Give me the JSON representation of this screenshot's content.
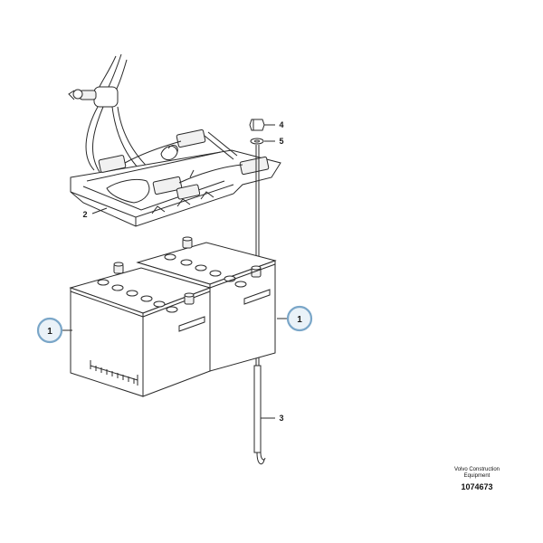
{
  "callouts": [
    {
      "id": "1-left",
      "label": "1",
      "highlighted": true
    },
    {
      "id": "1-right",
      "label": "1",
      "highlighted": true
    },
    {
      "id": "2",
      "label": "2",
      "highlighted": false
    },
    {
      "id": "3",
      "label": "3",
      "highlighted": false
    },
    {
      "id": "4",
      "label": "4",
      "highlighted": false
    },
    {
      "id": "5",
      "label": "5",
      "highlighted": false
    }
  ],
  "stamp": {
    "brand_line1": "Volvo Construction",
    "brand_line2": "Equipment",
    "drawing_number": "1074673"
  },
  "colors": {
    "line": "#2a2a2a",
    "highlight_ring": "#7aa6c8",
    "highlight_fill": "#eaf2f8"
  }
}
